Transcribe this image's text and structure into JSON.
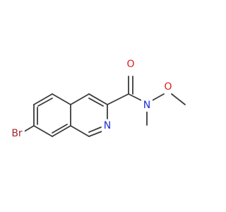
{
  "molecule": {
    "atoms": {
      "br": {
        "text": "Br",
        "color": "#a52a2a"
      },
      "n_ring": {
        "text": "N",
        "color": "#1f2fd6"
      },
      "o_carbonyl": {
        "text": "O",
        "color": "#e01b1b"
      },
      "n_amide": {
        "text": "N",
        "color": "#1f2fd6"
      },
      "o_methoxy": {
        "text": "O",
        "color": "#e01b1b"
      }
    },
    "bond_color": "#3b3b3b"
  }
}
